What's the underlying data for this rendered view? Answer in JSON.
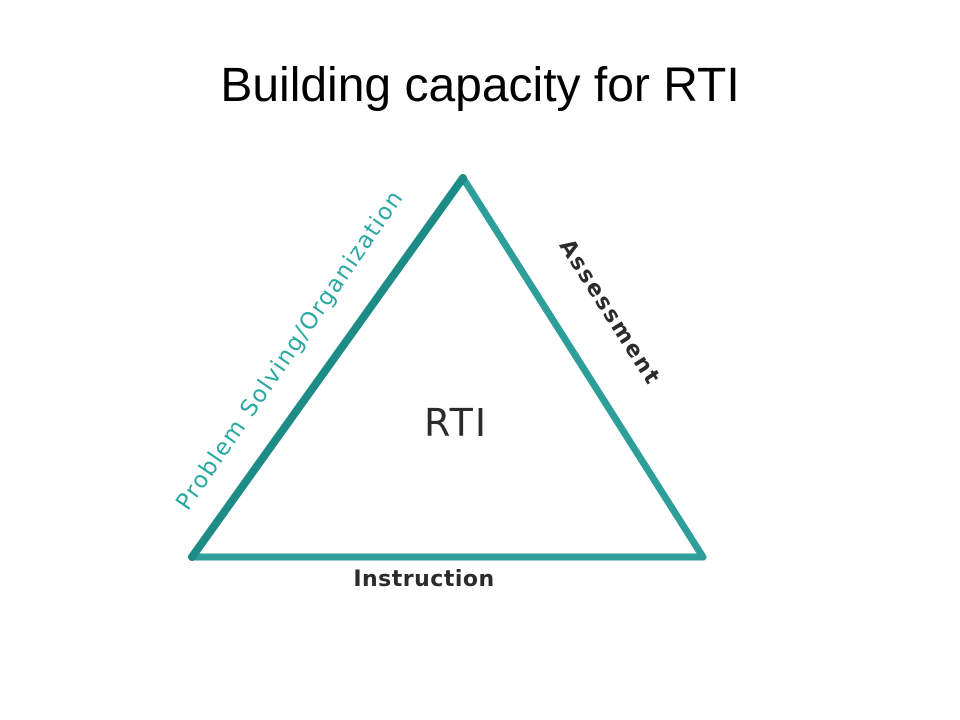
{
  "slide": {
    "title": "Building capacity for RTI"
  },
  "diagram": {
    "center_label": "RTI",
    "left_side_label": "Problem Solving/Organization",
    "right_side_label": "Assessment",
    "bottom_side_label": "Instruction"
  },
  "colors": {
    "triangle_stroke": "#2e9e9a",
    "left_edge_stroke": "#1e8c86",
    "left_label": "#2aa8a3",
    "dark_label": "#2b2b2b"
  }
}
